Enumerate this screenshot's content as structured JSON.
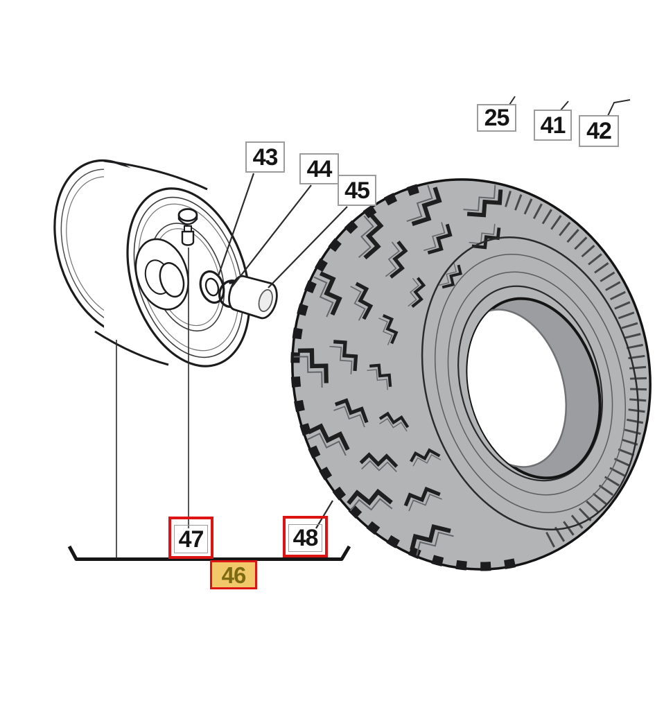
{
  "diagram": {
    "background": "#ffffff",
    "callouts": {
      "c25": {
        "label": "25",
        "style": "plain"
      },
      "c41": {
        "label": "41",
        "style": "plain"
      },
      "c42": {
        "label": "42",
        "style": "plain"
      },
      "c43": {
        "label": "43",
        "style": "plain"
      },
      "c44": {
        "label": "44",
        "style": "plain"
      },
      "c45": {
        "label": "45",
        "style": "plain"
      },
      "c46": {
        "label": "46",
        "style": "highlight"
      },
      "c47": {
        "label": "47",
        "style": "red"
      },
      "c48": {
        "label": "48",
        "style": "red"
      }
    },
    "colors": {
      "outline": "#1c1c1e",
      "callout_border_gray": "#9b9b9b",
      "callout_border_red": "#dc1414",
      "highlight_fill": "#f2c96a",
      "highlight_text": "#7d6b14",
      "tire_sidewall": "#b2b4b6",
      "tire_bore": "#9b9da0",
      "label_text": "#151515"
    }
  }
}
